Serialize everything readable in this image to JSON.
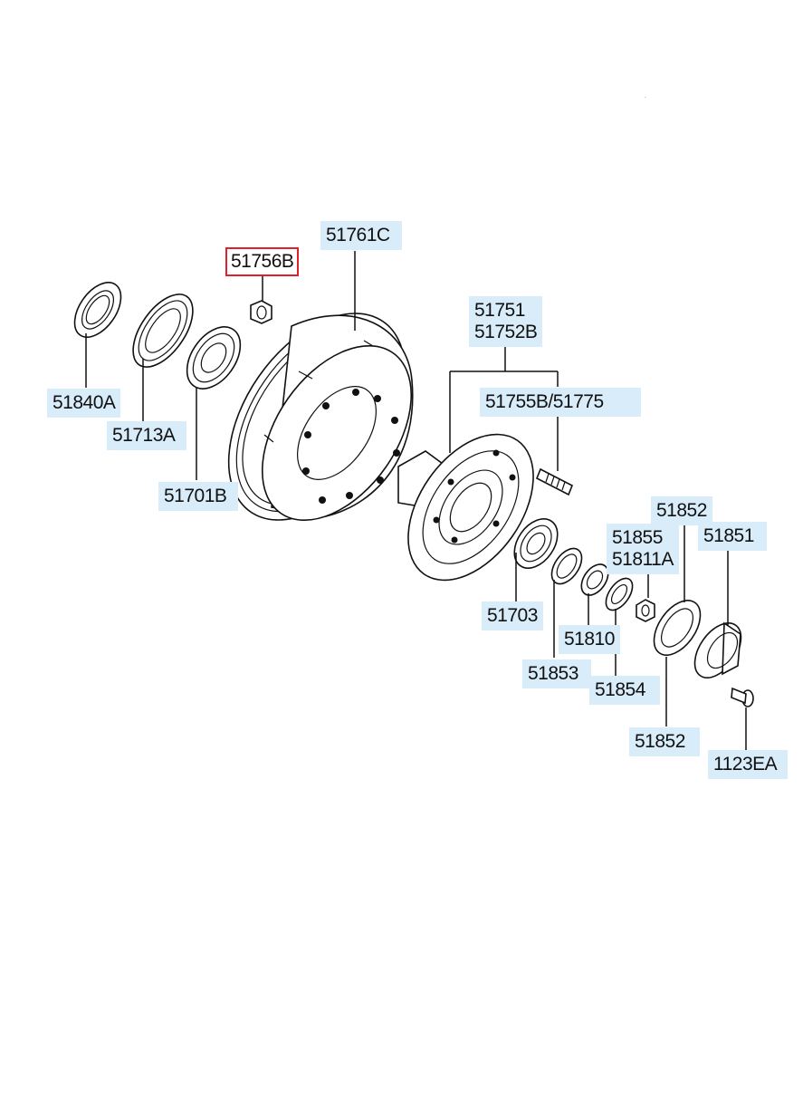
{
  "labels": {
    "l_51756b": "51756B",
    "l_51761c": "51761C",
    "l_51840a": "51840A",
    "l_51713a": "51713A",
    "l_51701b": "51701B",
    "l_51751": "51751",
    "l_51752b": "51752B",
    "l_51755b_51775": "51755B/51775",
    "l_51852_top": "51852",
    "l_51855": "51855",
    "l_51811a": "51811A",
    "l_51851": "51851",
    "l_51703": "51703",
    "l_51810": "51810",
    "l_51853": "51853",
    "l_51854": "51854",
    "l_51852_bottom": "51852",
    "l_1123ea": "1123EA"
  },
  "highlight_color": "#e0202a",
  "label_bg_color": "#d8ecf9"
}
